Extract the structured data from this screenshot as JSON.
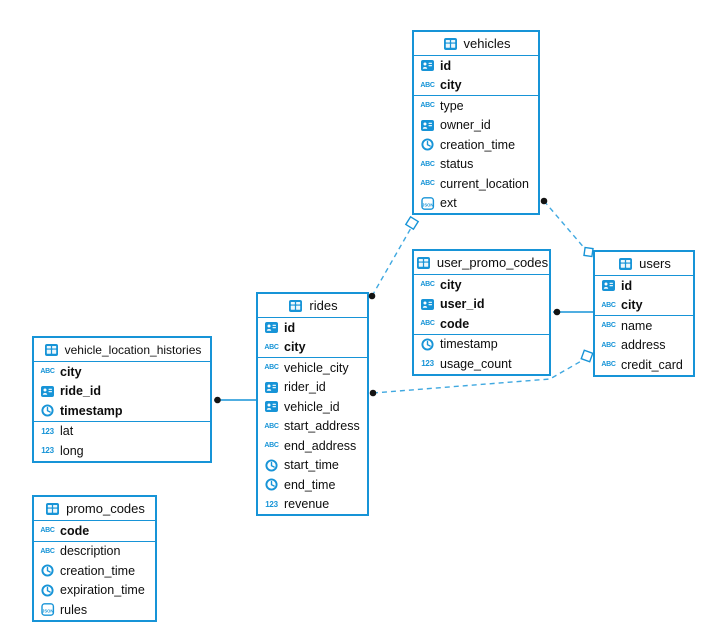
{
  "diagram": {
    "kind": "entity-relationship-diagram",
    "accent_color": "#1794d7",
    "dashed_line_color": "#3fa8e0",
    "endpoint_dot_color": "#141414",
    "background_color": "#ffffff"
  },
  "icons": {
    "abc": "ABC",
    "num": "123",
    "json": "JSON"
  },
  "tables": [
    {
      "name": "vehicles",
      "columns": [
        {
          "name": "id",
          "type": "id",
          "key": true
        },
        {
          "name": "city",
          "type": "text",
          "key": true
        },
        {
          "name": "type",
          "type": "text",
          "key": false
        },
        {
          "name": "owner_id",
          "type": "id",
          "key": false
        },
        {
          "name": "creation_time",
          "type": "time",
          "key": false
        },
        {
          "name": "status",
          "type": "text",
          "key": false
        },
        {
          "name": "current_location",
          "type": "text",
          "key": false
        },
        {
          "name": "ext",
          "type": "json",
          "key": false
        }
      ]
    },
    {
      "name": "user_promo_codes",
      "columns": [
        {
          "name": "city",
          "type": "text",
          "key": true
        },
        {
          "name": "user_id",
          "type": "id",
          "key": true
        },
        {
          "name": "code",
          "type": "text",
          "key": true
        },
        {
          "name": "timestamp",
          "type": "time",
          "key": false
        },
        {
          "name": "usage_count",
          "type": "number",
          "key": false
        }
      ]
    },
    {
      "name": "users",
      "columns": [
        {
          "name": "id",
          "type": "id",
          "key": true
        },
        {
          "name": "city",
          "type": "text",
          "key": true
        },
        {
          "name": "name",
          "type": "text",
          "key": false
        },
        {
          "name": "address",
          "type": "text",
          "key": false
        },
        {
          "name": "credit_card",
          "type": "text",
          "key": false
        }
      ]
    },
    {
      "name": "rides",
      "columns": [
        {
          "name": "id",
          "type": "id",
          "key": true
        },
        {
          "name": "city",
          "type": "text",
          "key": true
        },
        {
          "name": "vehicle_city",
          "type": "text",
          "key": false
        },
        {
          "name": "rider_id",
          "type": "id",
          "key": false
        },
        {
          "name": "vehicle_id",
          "type": "id",
          "key": false
        },
        {
          "name": "start_address",
          "type": "text",
          "key": false
        },
        {
          "name": "end_address",
          "type": "text",
          "key": false
        },
        {
          "name": "start_time",
          "type": "time",
          "key": false
        },
        {
          "name": "end_time",
          "type": "time",
          "key": false
        },
        {
          "name": "revenue",
          "type": "number",
          "key": false
        }
      ]
    },
    {
      "name": "vehicle_location_histories",
      "columns": [
        {
          "name": "city",
          "type": "text",
          "key": true
        },
        {
          "name": "ride_id",
          "type": "id",
          "key": true
        },
        {
          "name": "timestamp",
          "type": "time",
          "key": true
        },
        {
          "name": "lat",
          "type": "number",
          "key": false
        },
        {
          "name": "long",
          "type": "number",
          "key": false
        }
      ]
    },
    {
      "name": "promo_codes",
      "columns": [
        {
          "name": "code",
          "type": "text",
          "key": true
        },
        {
          "name": "description",
          "type": "text",
          "key": false
        },
        {
          "name": "creation_time",
          "type": "time",
          "key": false
        },
        {
          "name": "expiration_time",
          "type": "time",
          "key": false
        },
        {
          "name": "rules",
          "type": "json",
          "key": false
        }
      ]
    }
  ],
  "relationships": [
    {
      "from": "rides",
      "to": "vehicles",
      "line": "dashed"
    },
    {
      "from": "vehicles",
      "to": "users",
      "line": "dashed"
    },
    {
      "from": "user_promo_codes",
      "to": "users",
      "line": "solid"
    },
    {
      "from": "rides",
      "to": "users",
      "line": "dashed"
    },
    {
      "from": "vehicle_location_histories",
      "to": "rides",
      "line": "solid"
    }
  ]
}
